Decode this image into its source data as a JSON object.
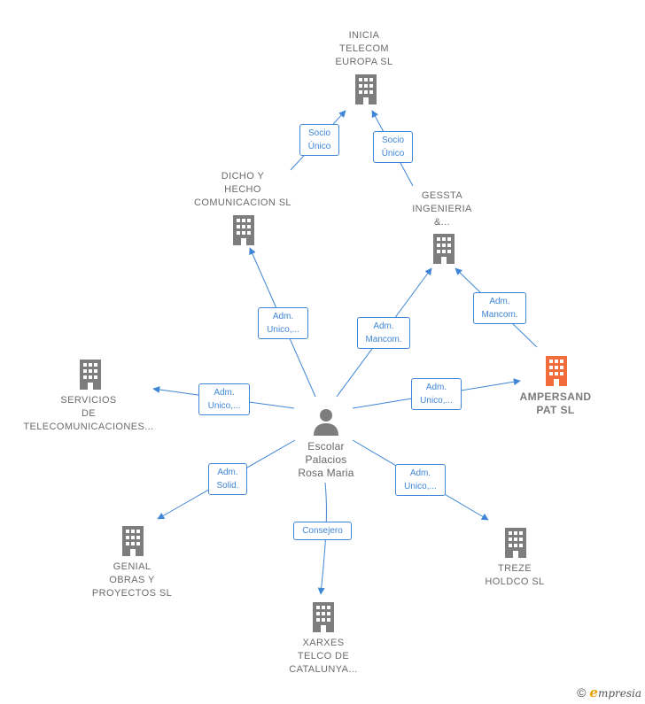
{
  "colors": {
    "edge": "#3f86d6",
    "company": "#7d7d7d",
    "focus_company": "#f26b3a",
    "person": "#7d7d7d"
  },
  "nodes": {
    "inicia": {
      "lines": [
        "INICIA",
        "TELECOM",
        "EUROPA  SL"
      ],
      "icon": "building-icon"
    },
    "dicho": {
      "lines": [
        "DICHO Y",
        "HECHO",
        "COMUNICACION SL"
      ],
      "icon": "building-icon"
    },
    "gessta": {
      "lines": [
        "GESSTA",
        "INGENIERIA",
        "&..."
      ],
      "icon": "building-icon"
    },
    "servicios": {
      "lines": [
        "SERVICIOS",
        "DE",
        "TELECOMUNICACIONES..."
      ],
      "icon": "building-icon"
    },
    "ampersand": {
      "lines": [
        "AMPERSAND",
        "PAT  SL"
      ],
      "icon": "building-icon"
    },
    "person": {
      "lines": [
        "Escolar",
        "Palacios",
        "Rosa Maria"
      ],
      "icon": "person-icon"
    },
    "genial": {
      "lines": [
        "GENIAL",
        "OBRAS Y",
        "PROYECTOS SL"
      ],
      "icon": "building-icon"
    },
    "xarxes": {
      "lines": [
        "XARXES",
        "TELCO DE",
        "CATALUNYA..."
      ],
      "icon": "building-icon"
    },
    "treze": {
      "lines": [
        "TREZE",
        "HOLDCO  SL"
      ],
      "icon": "building-icon"
    }
  },
  "edges": {
    "dicho_inicia": {
      "lines": [
        "Socio",
        "Único"
      ]
    },
    "gessta_inicia": {
      "lines": [
        "Socio",
        "Único"
      ]
    },
    "person_dicho": {
      "lines": [
        "Adm.",
        "Unico,..."
      ]
    },
    "person_gessta": {
      "lines": [
        "Adm.",
        "Mancom."
      ]
    },
    "ampersand_gessta": {
      "lines": [
        "Adm.",
        "Mancom."
      ]
    },
    "person_servicios": {
      "lines": [
        "Adm.",
        "Unico,..."
      ]
    },
    "person_ampersand": {
      "lines": [
        "Adm.",
        "Unico,..."
      ]
    },
    "person_genial": {
      "lines": [
        "Adm.",
        "Solid."
      ]
    },
    "person_xarxes": {
      "lines": [
        "Consejero"
      ]
    },
    "person_treze": {
      "lines": [
        "Adm.",
        "Unico,..."
      ]
    }
  },
  "footer": {
    "copyright": "©",
    "brand_initial": "e",
    "brand_rest": "mpresia"
  }
}
